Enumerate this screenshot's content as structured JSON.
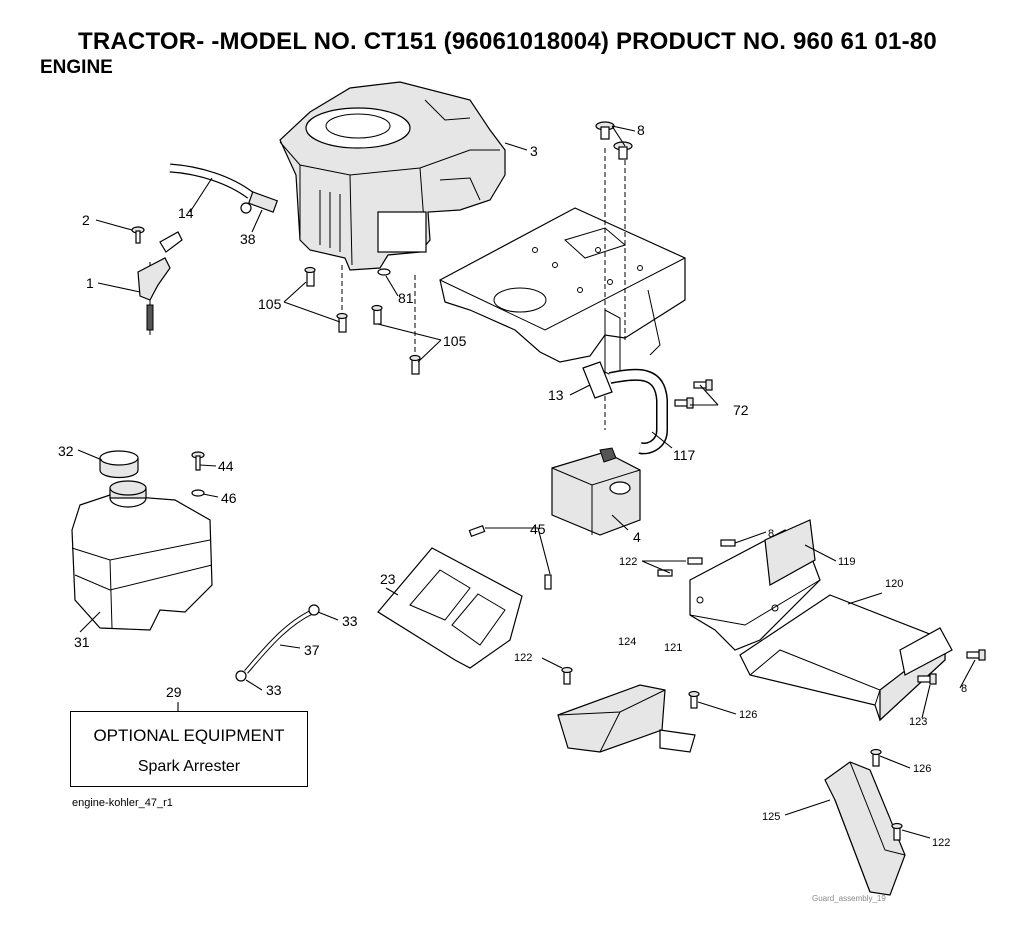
{
  "header": {
    "title": "TRACTOR- -MODEL NO. CT151 (96061018004) PRODUCT NO. 960 61 01-80",
    "section": "ENGINE"
  },
  "labels": {
    "p1": "1",
    "p2": "2",
    "p3": "3",
    "p4": "4",
    "p8a": "8",
    "p8b": "8",
    "p8c": "8",
    "p13": "13",
    "p14": "14",
    "p23": "23",
    "p29": "29",
    "p31": "31",
    "p32": "32",
    "p33a": "33",
    "p33b": "33",
    "p37": "37",
    "p38": "38",
    "p44": "44",
    "p45": "45",
    "p46": "46",
    "p72": "72",
    "p81": "81",
    "p105a": "105",
    "p105b": "105",
    "p117": "117",
    "p119": "119",
    "p120": "120",
    "p121": "121",
    "p122a": "122",
    "p122b": "122",
    "p122c": "122",
    "p123": "123",
    "p124": "124",
    "p125": "125",
    "p126a": "126",
    "p126b": "126"
  },
  "optional": {
    "title": "OPTIONAL EQUIPMENT",
    "subtitle": "Spark Arrester"
  },
  "footer": {
    "drawing_ref": "engine-kohler_47_r1",
    "guard_ref": "Guard_assembly_19"
  }
}
